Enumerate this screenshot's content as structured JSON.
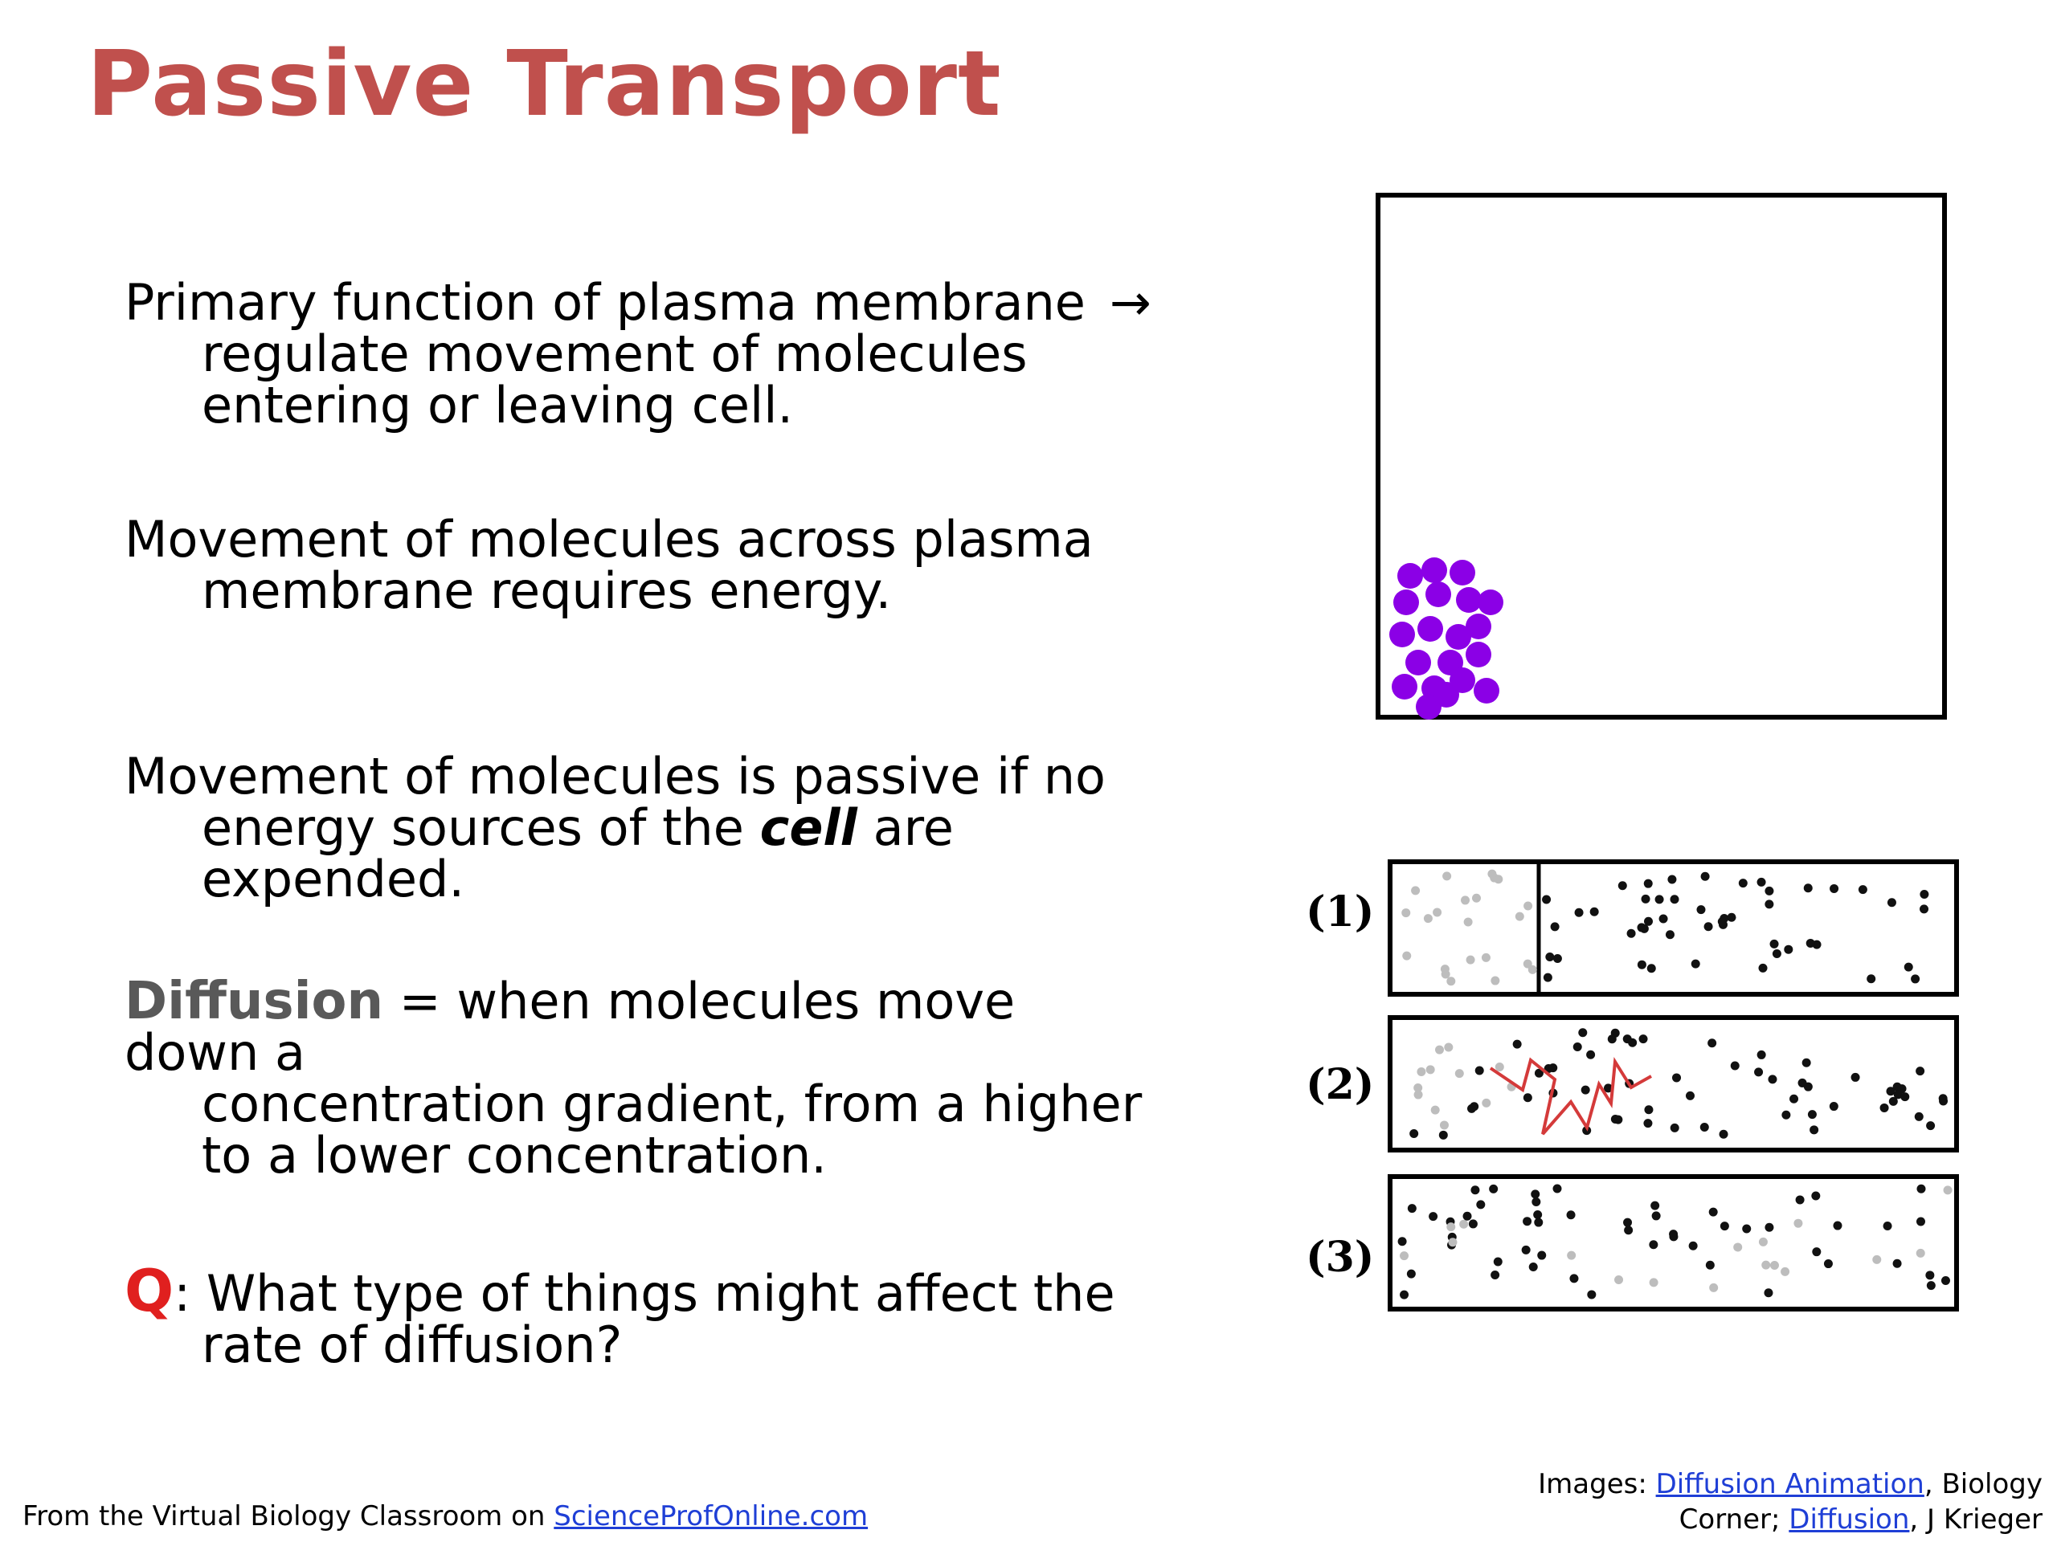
{
  "slide": {
    "title": "Passive Transport",
    "p1": {
      "line1": "Primary function of plasma membrane",
      "arrow": "→",
      "rest": "regulate movement of molecules entering or leaving cell."
    },
    "p2": {
      "line1": "Movement of molecules across plasma",
      "rest": "membrane requires energy."
    },
    "p3": {
      "line1": "Movement of molecules is passive if no",
      "rest_a": "energy sources of the ",
      "emph": "cell",
      "rest_b": " are expended."
    },
    "p4": {
      "term": "Diffusion",
      "line1": " = when molecules move down a",
      "rest": "concentration gradient, from a higher to a lower concentration."
    },
    "q": {
      "label": "Q",
      "line1": ": What type of things might affect the",
      "rest": "rate of diffusion?"
    }
  },
  "figure": {
    "panel_labels": [
      "(1)",
      "(2)",
      "(3)"
    ],
    "molecule_color": "#8b00e6",
    "path_color": "#d43a3a"
  },
  "footer": {
    "left_prefix": "From the Virtual Biology Classroom on ",
    "left_link": "ScienceProfOnline.com",
    "right_prefix": "Images: ",
    "right_link1": "Diffusion Animation",
    "right_mid": ", Biology",
    "right_line2_prefix": "Corner; ",
    "right_link2": "Diffusion",
    "right_suffix": ", J Krieger"
  }
}
